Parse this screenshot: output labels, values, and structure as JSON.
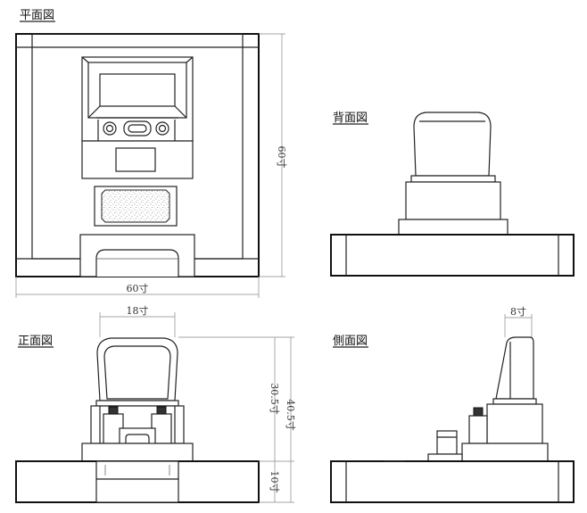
{
  "views": {
    "plan": "平面図",
    "back": "背面図",
    "front": "正面図",
    "side": "側面図"
  },
  "dimensions": {
    "plan_height": "60寸",
    "plan_width": "60寸",
    "front_top_width": "18寸",
    "front_upper_height": "30.5寸",
    "front_total_height": "40.5寸",
    "front_base_height": "10寸",
    "side_top_width": "8寸"
  },
  "colors": {
    "line": "#222222",
    "dimension": "#888888",
    "stipple": "#999999"
  }
}
